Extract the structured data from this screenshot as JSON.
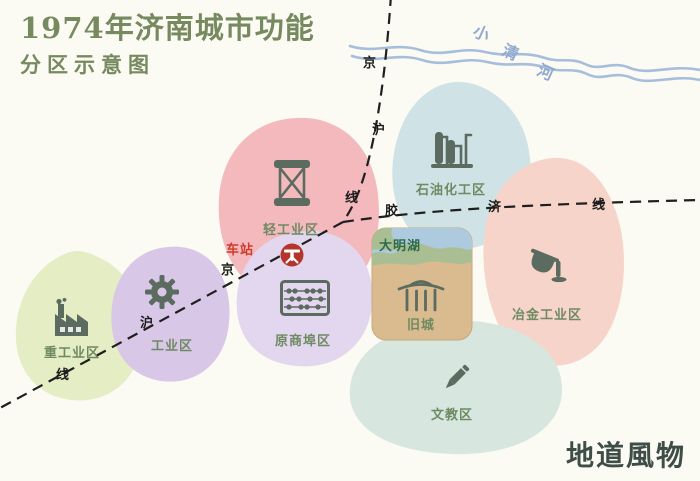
{
  "title": {
    "line1": "1974年济南城市功能",
    "line2": "分区示意图"
  },
  "river": {
    "chars": [
      "小",
      "清",
      "河"
    ]
  },
  "railways": {
    "jinghu_upper": [
      "京",
      "沪",
      "线"
    ],
    "jinghu_lower": [
      "京",
      "沪",
      "线"
    ],
    "jiaoji": [
      "胶",
      "济",
      "线"
    ]
  },
  "station": {
    "label": "车站"
  },
  "old_city": {
    "lake_label": "大明湖"
  },
  "zones": [
    {
      "id": "light-industry",
      "label": "轻工业区",
      "color": "#f3b9bd",
      "icon": "spool-icon"
    },
    {
      "id": "petrochemical",
      "label": "石油化工区",
      "color": "#cfe3e6",
      "icon": "refinery-icon"
    },
    {
      "id": "metallurgy",
      "label": "冶金工业区",
      "color": "#f7d4ca",
      "icon": "ladle-icon"
    },
    {
      "id": "heavy-industry",
      "label": "重工业区",
      "color": "#e4edc3",
      "icon": "factory-icon"
    },
    {
      "id": "industry",
      "label": "工业区",
      "color": "#d9c7e7",
      "icon": "gear-icon"
    },
    {
      "id": "old-commercial-port",
      "label": "原商埠区",
      "color": "#e3d7f0",
      "icon": "abacus-icon"
    },
    {
      "id": "old-city",
      "label": "旧城",
      "color": "#d9bb8f",
      "icon": "gate-icon"
    },
    {
      "id": "culture-education",
      "label": "文教区",
      "color": "#d7e7e0",
      "icon": "pencil-icon"
    }
  ],
  "watermark": "地道風物",
  "colors": {
    "background": "#fbfaf3",
    "title_green": "#76895f",
    "label_green": "#6e8a62",
    "railway_line": "#1f1f1f",
    "river_blue": "#a6bedb",
    "river_text": "#90a9cf",
    "station_red": "#cf3a2a",
    "icon_gray": "#5b6b60",
    "lake_blue": "#aecadf",
    "lake_land_green": "#a9bf93",
    "watermark_gray": "#3e4d47"
  }
}
